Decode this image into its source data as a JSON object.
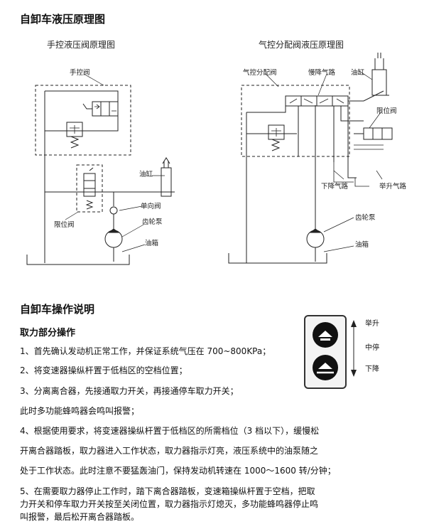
{
  "page_title": "自卸车液压原理图",
  "manual": {
    "subtitle": "手控液压阀原理图",
    "labels": {
      "hand_valve": "手控阀",
      "cylinder": "油缸",
      "check_valve": "单向阀",
      "gear_pump": "齿轮泵",
      "tank": "油箱",
      "limit_valve": "限位阀"
    }
  },
  "pneumatic": {
    "subtitle": "气控分配阀液压原理图",
    "labels": {
      "dist_valve": "气控分配阀",
      "slow_air": "慢降气路",
      "cylinder": "油缸",
      "limit_valve": "限位阀",
      "down_air": "下降气路",
      "up_air": "举升气路",
      "gear_pump": "齿轮泵",
      "tank": "油箱"
    }
  },
  "ops": {
    "title": "自卸车操作说明",
    "section": "取力部分操作",
    "steps": [
      "1、首先确认发动机正常工作，并保证系统气压在 700~800KPa；",
      "2、将变速器操纵杆置于低档区的空档位置；",
      "3、分离离合器，先接通取力开关，再接通停车取力开关；",
      "此时多功能蜂鸣器会鸣叫报警；",
      "4、根据使用要求，将变速器操纵杆置于低档区的所需档位（3 档以下），缓慢松",
      "开离合器踏板，取力器进入工作状态，取力器指示灯亮，液压系统中的油泵随之",
      "处于工作状态。此时注意不要猛轰油门，保持发动机转速在 1000～1600 转/分钟；",
      "5、在需要取力器停止工作时，踏下离合器踏板，变速箱操纵杆置于空档，把取",
      "力开关和停车取力开关按至关闭位置，取力器指示灯熄灭，多功能蜂鸣器停止鸣",
      "叫报警，最后松开离合器踏板。"
    ],
    "panel": {
      "up": "举升",
      "mid": "中停",
      "down": "下降"
    }
  }
}
